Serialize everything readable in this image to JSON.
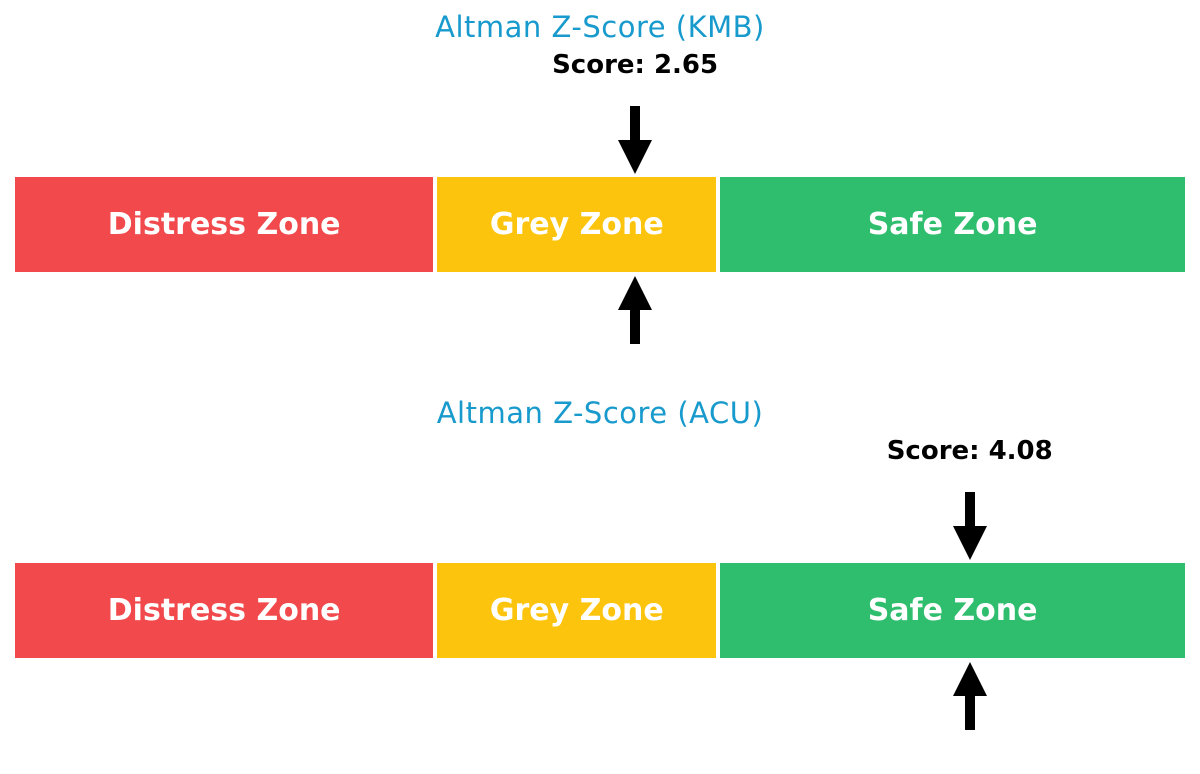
{
  "page": {
    "background": "#FFFFFF"
  },
  "colors": {
    "title_text": "#189ACD",
    "score_text": "#000000",
    "arrow": "#000000",
    "zone_label_text": "#FFFFFF",
    "distress_zone": "#F1494C",
    "grey_zone": "#FCC40D",
    "safe_zone": "#2EBE6E"
  },
  "chart_data": [
    {
      "type": "zone-gauge",
      "title": "Altman Z-Score (KMB)",
      "score": 2.65,
      "score_label": "Score: 2.65",
      "score_zone": "Grey Zone",
      "axis_range": [
        0,
        5
      ],
      "zones": [
        {
          "label": "Distress Zone",
          "from": 0,
          "to": 1.8,
          "color": "#F1494C"
        },
        {
          "label": "Grey Zone",
          "from": 1.8,
          "to": 3.0,
          "color": "#FCC40D"
        },
        {
          "label": "Safe Zone",
          "from": 3.0,
          "to": 5.0,
          "color": "#2EBE6E"
        }
      ],
      "legend_position": "none",
      "grid": false
    },
    {
      "type": "zone-gauge",
      "title": "Altman Z-Score (ACU)",
      "score": 4.08,
      "score_label": "Score: 4.08",
      "score_zone": "Safe Zone",
      "axis_range": [
        0,
        5
      ],
      "zones": [
        {
          "label": "Distress Zone",
          "from": 0,
          "to": 1.8,
          "color": "#F1494C"
        },
        {
          "label": "Grey Zone",
          "from": 1.8,
          "to": 3.0,
          "color": "#FCC40D"
        },
        {
          "label": "Safe Zone",
          "from": 3.0,
          "to": 5.0,
          "color": "#2EBE6E"
        }
      ],
      "legend_position": "none",
      "grid": false
    }
  ]
}
